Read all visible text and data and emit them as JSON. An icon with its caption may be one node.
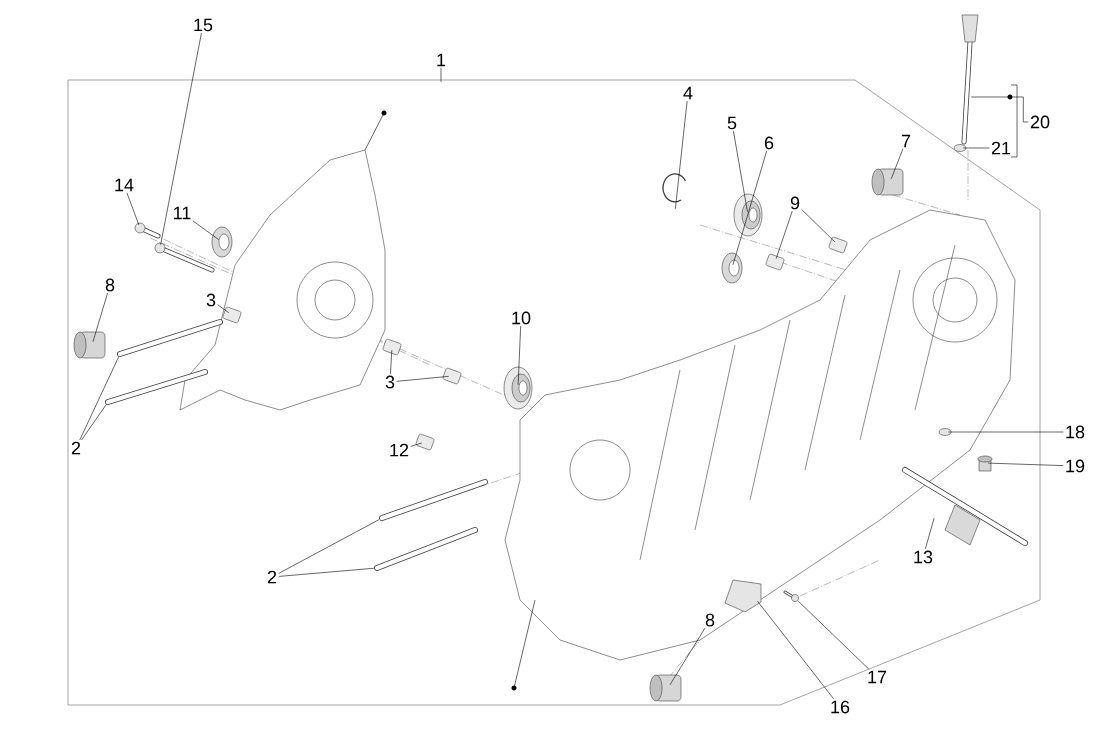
{
  "diagram": {
    "nodes": [
      {
        "text": [
          "1"
        ]
      },
      {
        "text": [
          "15"
        ]
      },
      {
        "text": [],
        "shape": "picture"
      },
      {
        "text": [
          "14"
        ]
      },
      {
        "text": [],
        "shape": "picture"
      },
      {
        "text": [
          "11"
        ]
      },
      {
        "text": [],
        "shape": "picture"
      },
      {
        "text": [
          "8"
        ]
      },
      {
        "text": [],
        "shape": "cylinder"
      },
      {
        "text": [
          "3"
        ]
      },
      {
        "text": [],
        "shape": "picture"
      },
      {
        "text": [
          "2"
        ]
      },
      {
        "text": [],
        "shape": "picture"
      },
      {
        "text": [],
        "shape": "picture"
      },
      {
        "text": [
          "3"
        ]
      },
      {
        "text": [],
        "shape": "picture"
      },
      {
        "text": [],
        "shape": "picture"
      },
      {
        "text": [
          "10"
        ]
      },
      {
        "text": [],
        "shape": "picture"
      },
      {
        "text": [
          "12"
        ]
      },
      {
        "text": [],
        "shape": "picture"
      },
      {
        "text": [
          "4"
        ]
      },
      {
        "text": [],
        "shape": "picture"
      },
      {
        "text": [
          "5"
        ]
      },
      {
        "text": [],
        "shape": "picture"
      },
      {
        "text": [
          "6"
        ]
      },
      {
        "text": [],
        "shape": "picture"
      },
      {
        "text": [
          "9"
        ]
      },
      {
        "text": [],
        "shape": "picture"
      },
      {
        "text": [],
        "shape": "picture"
      },
      {
        "text": [
          "7"
        ]
      },
      {
        "text": [],
        "shape": "cylinder"
      },
      {
        "text": [
          "20"
        ]
      },
      {
        "text": [],
        "shape": "picture"
      },
      {
        "text": [
          "21"
        ]
      },
      {
        "text": [],
        "shape": "picture"
      },
      {
        "text": [
          "18"
        ]
      },
      {
        "text": [],
        "shape": "picture"
      },
      {
        "text": [
          "19"
        ]
      },
      {
        "text": [],
        "shape": "cylinder"
      },
      {
        "text": [
          "13"
        ]
      },
      {
        "text": [],
        "shape": "picture"
      },
      {
        "text": [
          "8"
        ]
      },
      {
        "text": [],
        "shape": "cylinder"
      },
      {
        "text": [
          "16"
        ]
      },
      {
        "text": [],
        "shape": "picture"
      },
      {
        "text": [
          "17"
        ]
      },
      {
        "text": [],
        "shape": "picture"
      },
      {
        "text": [
          "2"
        ]
      },
      {
        "text": [],
        "shape": "picture"
      },
      {
        "text": [],
        "shape": "picture"
      }
    ],
    "edges": [
      {
        "from": 0,
        "to": null,
        "arrow": "none"
      },
      {
        "from": 1,
        "to": 2,
        "arrow": "none"
      },
      {
        "from": 3,
        "to": 4,
        "arrow": "none"
      },
      {
        "from": 5,
        "to": 6,
        "arrow": "none"
      },
      {
        "from": 7,
        "to": 8,
        "arrow": "none"
      },
      {
        "from": 9,
        "to": 10,
        "arrow": "none"
      },
      {
        "from": 11,
        "to": 12,
        "arrow": "none"
      },
      {
        "from": 11,
        "to": 13,
        "arrow": "none"
      },
      {
        "from": 14,
        "to": 15,
        "arrow": "none"
      },
      {
        "from": 14,
        "to": 16,
        "arrow": "none"
      },
      {
        "from": 17,
        "to": 18,
        "arrow": "none"
      },
      {
        "from": 19,
        "to": 20,
        "arrow": "none"
      },
      {
        "from": 21,
        "to": 22,
        "arrow": "none"
      },
      {
        "from": 23,
        "to": 24,
        "arrow": "none"
      },
      {
        "from": 25,
        "to": 26,
        "arrow": "none"
      },
      {
        "from": 27,
        "to": 28,
        "arrow": "none"
      },
      {
        "from": 27,
        "to": 29,
        "arrow": "none"
      },
      {
        "from": 30,
        "to": 31,
        "arrow": "none"
      },
      {
        "from": 32,
        "to": 33,
        "arrow": "none"
      },
      {
        "from": 34,
        "to": 35,
        "arrow": "none"
      },
      {
        "from": 36,
        "to": 37,
        "arrow": "none"
      },
      {
        "from": 38,
        "to": 39,
        "arrow": "none"
      },
      {
        "from": 40,
        "to": 41,
        "arrow": "none"
      },
      {
        "from": 42,
        "to": 43,
        "arrow": "none"
      },
      {
        "from": 44,
        "to": 45,
        "arrow": "none"
      },
      {
        "from": 46,
        "to": 47,
        "arrow": "none"
      },
      {
        "from": 48,
        "to": 49,
        "arrow": "none"
      },
      {
        "from": 48,
        "to": 50,
        "arrow": "none"
      }
    ]
  }
}
